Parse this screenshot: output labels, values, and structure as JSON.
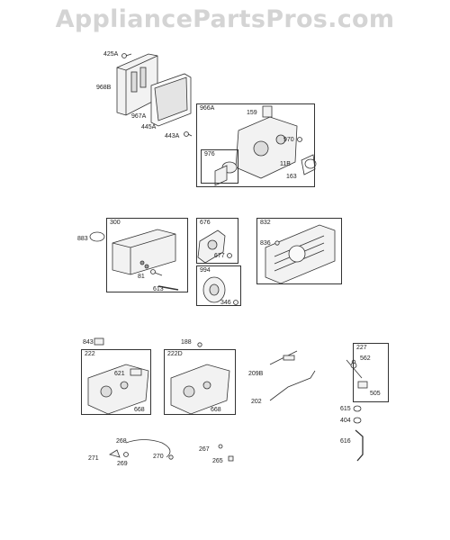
{
  "watermark": "AppliancePartsPros.com",
  "callouts": {
    "p425A": "425A",
    "p968B": "968B",
    "p967A": "967A",
    "p445A": "445A",
    "p443A": "443A",
    "p966A": "966A",
    "p159": "159",
    "p970": "970",
    "p976": "976",
    "p11B": "11B",
    "p163": "163",
    "p883": "883",
    "p300": "300",
    "p81": "81",
    "p613": "613",
    "p676": "676",
    "p677": "677",
    "p994": "994",
    "p346": "346",
    "p832": "832",
    "p836": "836",
    "p843": "843",
    "p222": "222",
    "p621": "621",
    "p668a": "668",
    "p188": "188",
    "p222D": "222D",
    "p668b": "668",
    "p209B": "209B",
    "p202": "202",
    "p227": "227",
    "p562": "562",
    "p505": "505",
    "p615": "615",
    "p404": "404",
    "p616": "616",
    "p268": "268",
    "p271": "271",
    "p269": "269",
    "p270": "270",
    "p267": "267",
    "p265": "265"
  },
  "colors": {
    "line": "#333333",
    "part_fill": "#f2f2f2",
    "part_shade": "#cfcfcf",
    "watermark": "#d4d4d4"
  }
}
